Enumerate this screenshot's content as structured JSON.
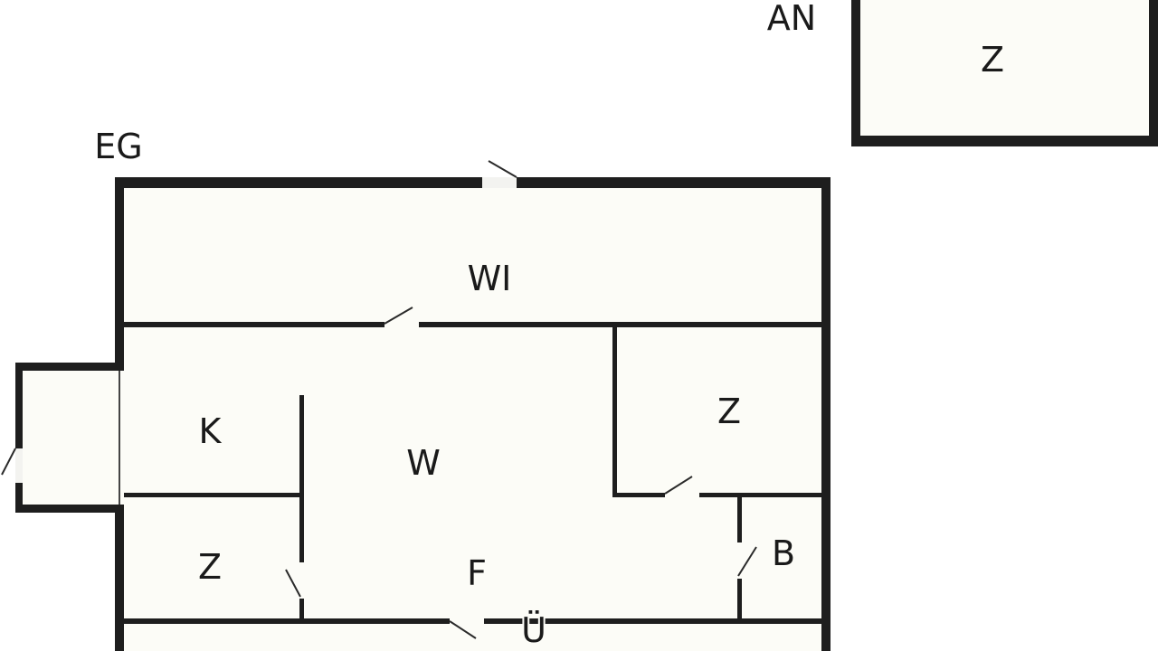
{
  "floors": {
    "attic_label": "AN",
    "ground_label": "EG"
  },
  "rooms": {
    "attic_room": "Z",
    "winter_garden": "WI",
    "kitchen": "K",
    "living": "W",
    "room_right": "Z",
    "room_left": "Z",
    "hallway": "F",
    "bath": "B",
    "bottom_partial": "Ü"
  }
}
